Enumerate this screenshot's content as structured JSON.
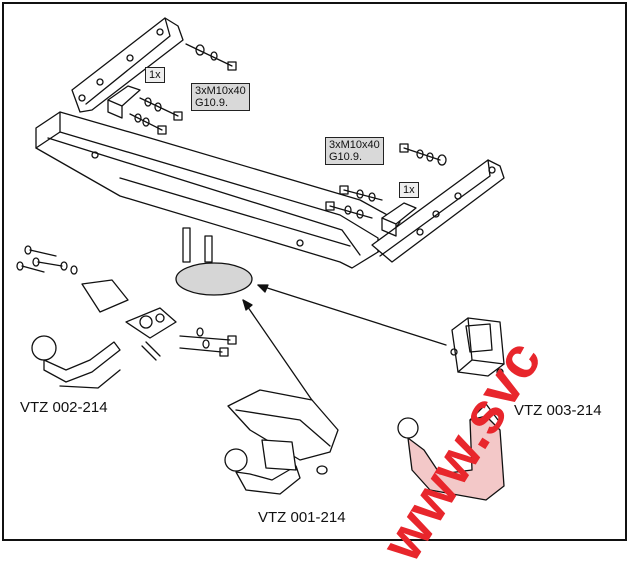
{
  "bolt_spec_left": {
    "line1": "3xM10x40",
    "line2": "G10.9."
  },
  "bolt_spec_right": {
    "line1": "3xM10x40",
    "line2": "G10.9."
  },
  "qty_left": "1x",
  "qty_right": "1x",
  "kits": {
    "left": "VTZ 002-214",
    "bottom": "VTZ 001-214",
    "right": "VTZ 003-214"
  },
  "watermark": "www.svc",
  "colors": {
    "watermark": "#e8262c",
    "hitch_tint": "#f3c8c8",
    "ellipse_fill": "#d6d6d6"
  }
}
